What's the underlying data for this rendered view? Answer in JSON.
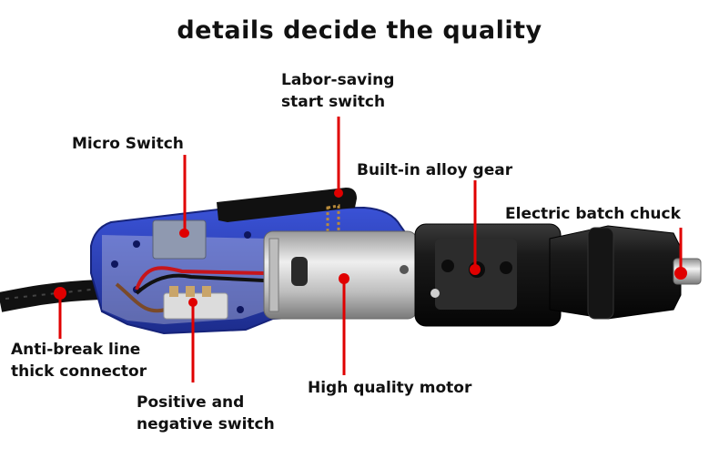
{
  "title": "details decide the quality",
  "labels": {
    "labor_saving": [
      "Labor-saving",
      "start switch"
    ],
    "micro_switch": "Micro Switch",
    "alloy_gear": "Built-in alloy gear",
    "batch_chuck": "Electric batch chuck",
    "anti_break": [
      "Anti-break line",
      "thick connector"
    ],
    "pos_neg": [
      "Positive and",
      "negative switch"
    ],
    "motor": "High quality motor"
  },
  "colors": {
    "housing": "#2d3fb5",
    "pointer": "#e00000",
    "motor_body": "#c9c9c9",
    "gearbox": "#1b1b1b"
  }
}
